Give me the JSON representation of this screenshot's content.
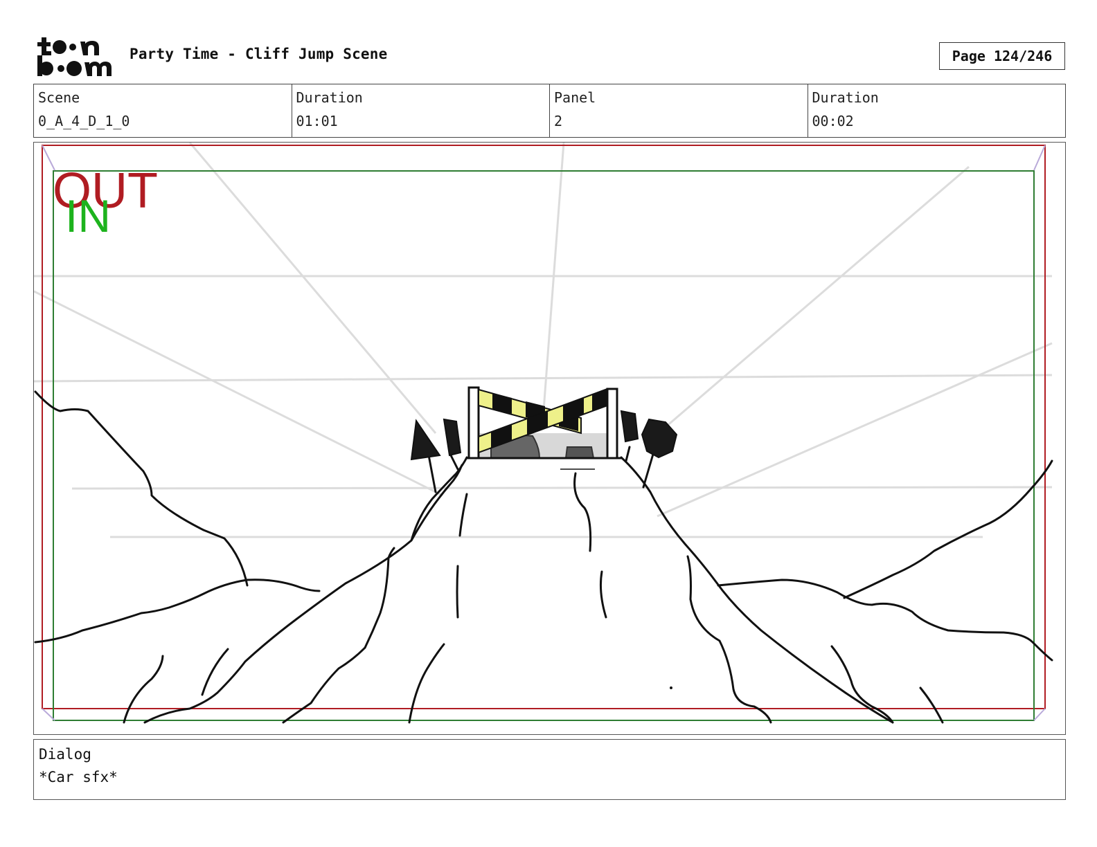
{
  "header": {
    "title": "Party Time - Cliff Jump Scene",
    "page": "Page 124/246"
  },
  "info": {
    "scene_label": "Scene",
    "scene_value": "0_A_4_D_1_0",
    "duration_label": "Duration",
    "duration_value": "01:01",
    "panel_label": "Panel",
    "panel_value": "2",
    "panel_duration_label": "Duration",
    "panel_duration_value": "00:02"
  },
  "panel": {
    "out_label": "OUT",
    "in_label": "IN",
    "colors": {
      "out_frame": "#b01c22",
      "in_frame": "#2e7d32",
      "in_text": "#1db31d",
      "hazard_yellow": "#eef08a",
      "ink": "#111111"
    }
  },
  "dialog": {
    "label": "Dialog",
    "text": "*Car sfx*"
  }
}
